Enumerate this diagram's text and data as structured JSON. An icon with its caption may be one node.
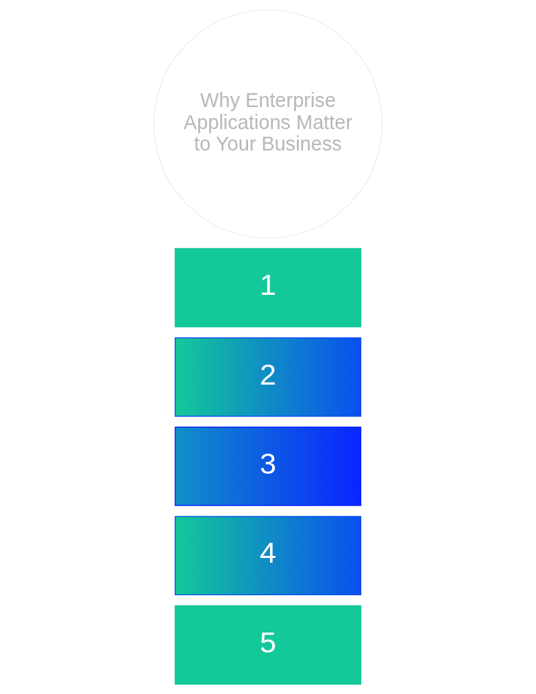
{
  "diagram": {
    "nodes": [
      {
        "text": [
          "Why Enterprise Applications Matter to Your Business"
        ]
      },
      {
        "text": [
          "1"
        ]
      },
      {
        "text": [
          "2"
        ]
      },
      {
        "text": [
          "3"
        ]
      },
      {
        "text": [
          "4"
        ]
      },
      {
        "text": [
          "5"
        ]
      }
    ]
  }
}
